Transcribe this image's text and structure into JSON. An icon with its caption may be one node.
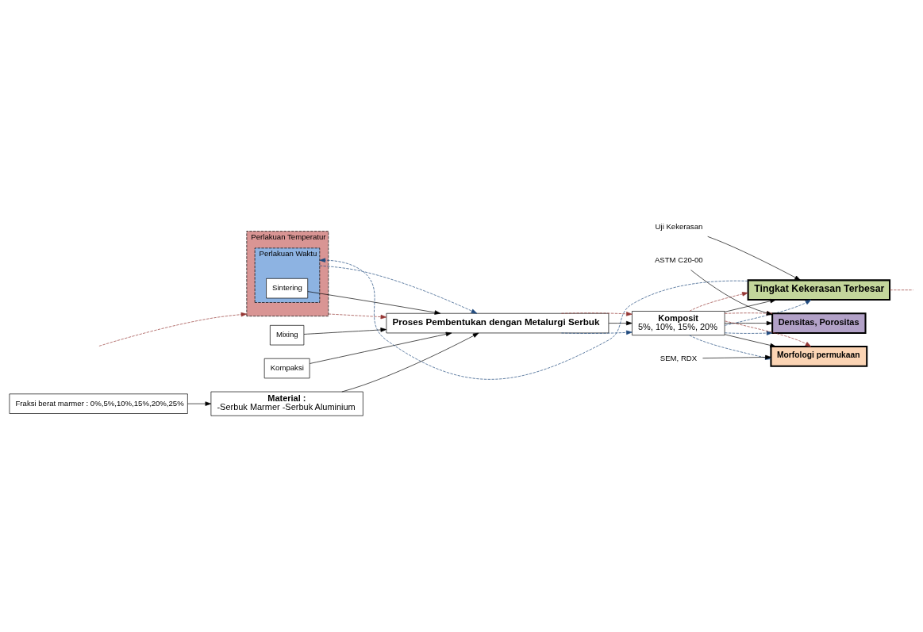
{
  "diagram": {
    "nodes": [
      {
        "text": [
          "Perlakuan Temperatur"
        ]
      },
      {
        "text": [
          "Perlakuan Waktu"
        ],
        "in": 0
      },
      {
        "text": [
          "Sintering"
        ],
        "in": 1
      },
      {
        "text": [
          "Mixing"
        ]
      },
      {
        "text": [
          "Kompaksi"
        ]
      },
      {
        "text": [
          "Material :",
          "-Serbuk Marmer -Serbuk Aluminium"
        ]
      },
      {
        "text": [
          "Proses Pembentukan dengan Metalurgi Serbuk"
        ]
      },
      {
        "text": [
          "Fraksi berat marmer : 0%,5%,10%,15%,20%,25%"
        ]
      },
      {
        "text": [
          "Komposit",
          "5%, 10%, 15%, 20%"
        ]
      },
      {
        "text": [
          "Uji Kekerasan"
        ]
      },
      {
        "text": [
          "Tingkat Kekerasan Terbesar"
        ]
      },
      {
        "text": [
          "ASTM C20-00"
        ]
      },
      {
        "text": [
          "SEM, RDX"
        ]
      },
      {
        "text": [
          "Densitas, Porositas"
        ]
      },
      {
        "text": [
          "Morfologi permukaan"
        ]
      }
    ],
    "edges": [
      {
        "from": 3,
        "to": 6,
        "arrow": "to"
      },
      {
        "from": 4,
        "to": 6,
        "arrow": "to"
      },
      {
        "from": 7,
        "to": 5,
        "arrow": "to"
      },
      {
        "from": 5,
        "to": 6,
        "arrow": "to"
      },
      {
        "from": 0,
        "to": 6,
        "arrow": "to",
        "style": "dashed",
        "color": "#953735"
      },
      {
        "from": 2,
        "to": 6,
        "arrow": "to"
      },
      {
        "from": 1,
        "to": 6,
        "arrow": "to",
        "style": "dashed",
        "color": "#1f497d"
      },
      {
        "from": 6,
        "to": 8,
        "arrow": "to",
        "style": "dashed",
        "color": "#1f497d"
      },
      {
        "from": 6,
        "to": 8,
        "arrow": "to"
      },
      {
        "from": 6,
        "to": 8,
        "arrow": "to",
        "style": "dashed",
        "color": "#953735"
      },
      {
        "from": 9,
        "to": 10,
        "arrow": "to"
      },
      {
        "from": 8,
        "to": 10,
        "arrow": "to",
        "style": "dashed",
        "color": "#1f497d"
      },
      {
        "from": 8,
        "to": 10,
        "arrow": "to"
      },
      {
        "from": 8,
        "to": 10,
        "arrow": "to",
        "style": "dashed",
        "color": "#953735"
      },
      {
        "from": 10,
        "to": 1,
        "arrow": "to",
        "style": "dashed",
        "color": "#1f497d"
      },
      {
        "from": null,
        "to": 0,
        "arrow": "to",
        "style": "dashed",
        "color": "#953735"
      },
      {
        "from": 10,
        "to": null,
        "arrow": "none",
        "style": "dashed",
        "color": "#953735"
      },
      {
        "from": 8,
        "to": 13,
        "arrow": "to",
        "style": "dashed",
        "color": "#1f497d"
      },
      {
        "from": 8,
        "to": 13,
        "arrow": "to"
      },
      {
        "from": 8,
        "to": 13,
        "arrow": "to",
        "style": "dashed",
        "color": "#953735"
      },
      {
        "from": 11,
        "to": 13,
        "arrow": "to"
      },
      {
        "from": 8,
        "to": 14,
        "arrow": "to",
        "style": "dashed",
        "color": "#1f497d"
      },
      {
        "from": 8,
        "to": 14,
        "arrow": "to"
      },
      {
        "from": 8,
        "to": 14,
        "arrow": "to",
        "style": "dashed",
        "color": "#953735"
      },
      {
        "from": 12,
        "to": 14,
        "arrow": "to"
      }
    ]
  }
}
